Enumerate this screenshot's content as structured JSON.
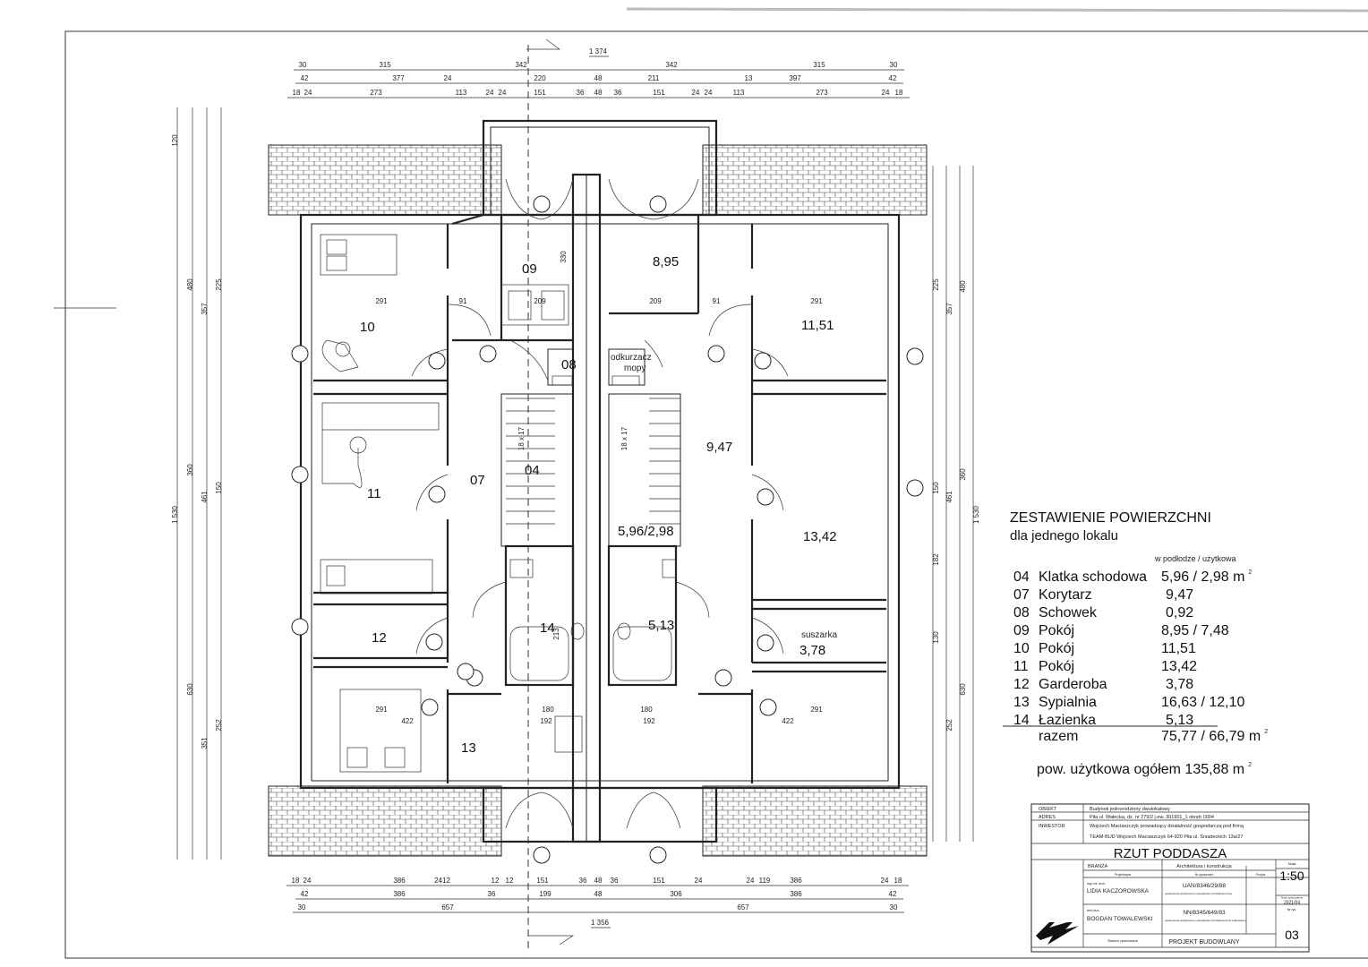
{
  "plan": {
    "rooms": {
      "r09": "09",
      "r10": "10",
      "r11": "11",
      "r12": "12",
      "r13": "13",
      "r14": "14",
      "r07": "07",
      "r04": "04",
      "r08": "08",
      "r895": "8,95",
      "r1151": "11,51",
      "r947": "9,47",
      "r1342": "13,42",
      "r596": "5,96/2,98",
      "r513": "5,13",
      "suszarka": "suszarka",
      "r378": "3,78",
      "odkurzacz": "odkurzacz",
      "mopy": "mopy",
      "stairL": "18 x 17",
      "stairR": "18 x 17"
    },
    "dims_top": [
      [
        "1 374"
      ],
      [
        "30",
        "315",
        "342",
        "342",
        "315",
        "30"
      ],
      [
        "42",
        "377",
        "24",
        "220",
        "48",
        "211",
        "13",
        "397",
        "42"
      ],
      [
        "18",
        "24",
        "273",
        "113",
        "24",
        "24",
        "151",
        "36",
        "48",
        "36",
        "151",
        "24",
        "24",
        "113",
        "273",
        "24",
        "18"
      ]
    ],
    "dims_bottom": [
      [
        "18",
        "24",
        "386",
        "2412",
        "12",
        "12",
        "151",
        "36",
        "48",
        "36",
        "151",
        "24",
        "24",
        "119",
        "386",
        "24",
        "18"
      ],
      [
        "42",
        "386",
        "36",
        "199",
        "48",
        "306",
        "386",
        "42"
      ],
      [
        "30",
        "657",
        "657",
        "30"
      ],
      [
        "1 356"
      ]
    ],
    "dims_left": [
      "1 530",
      "480",
      "360",
      "630",
      "120",
      "357",
      "461",
      "351",
      "225",
      "150",
      "252"
    ],
    "dims_right": [
      "1 530",
      "480",
      "360",
      "630",
      "357",
      "461",
      "252",
      "225",
      "150",
      "182",
      "130"
    ],
    "dims_inner": [
      "291",
      "291",
      "291",
      "291",
      "209",
      "209",
      "91",
      "91",
      "180",
      "180",
      "192",
      "192",
      "422",
      "422",
      "330",
      "213"
    ]
  },
  "summary": {
    "title": "ZESTAWIENIE POWIERZCHNI",
    "subtitle": "dla jednego lokalu",
    "col_header": "w podłodze /   użytkowa",
    "rows": [
      {
        "no": "04",
        "name": "Klatka schodowa",
        "value": "5,96 / 2,98 m",
        "sup": "2"
      },
      {
        "no": "07",
        "name": "Korytarz",
        "value": "9,47",
        "sup": ""
      },
      {
        "no": "08",
        "name": "Schowek",
        "value": "0,92",
        "sup": ""
      },
      {
        "no": "09",
        "name": "Pokój",
        "value": "8,95 / 7,48",
        "sup": ""
      },
      {
        "no": "10",
        "name": "Pokój",
        "value": "11,51",
        "sup": ""
      },
      {
        "no": "11",
        "name": "Pokój",
        "value": "13,42",
        "sup": ""
      },
      {
        "no": "12",
        "name": "Garderoba",
        "value": "3,78",
        "sup": ""
      },
      {
        "no": "13",
        "name": "Sypialnia",
        "value": "16,63 / 12,10",
        "sup": ""
      },
      {
        "no": "14",
        "name": "Łazienka",
        "value": "5,13",
        "sup": ""
      }
    ],
    "total_label": "razem",
    "total_value": "75,77 / 66,79 m",
    "total_sup": "2",
    "overall": "pow. użytkowa ogółem 135,88 m",
    "overall_sup": "2"
  },
  "title_block": {
    "obiekt_label": "OBIEKT",
    "obiekt": "Budynek jednorodzinny dwulokalowy",
    "adres_label": "ADRES",
    "adres": "Piła ul. Wałecka, dz. nr 279/2 j.ew. 301901_1 obręb 0004",
    "inwestor_label": "INWESTOR",
    "inwestor1": "Wojciech Maciaszczyk prowadzący działalność gospodarczą pod firmą",
    "inwestor2": "TEAM-BUD Wojciech Maciaszczyk 64-920 Piła ul. Śniadeckich 13a/27",
    "drawing_title": "RZUT PODDASZA",
    "branza_label": "BRANŻA",
    "branza": "Architektura i konstrukcja",
    "skala_label": "Skala",
    "skala": "1:50",
    "projektowal": "Projektował",
    "nr_upr": "Nr uprawnień",
    "podpis": "Podpis",
    "person1_title": "mgr inż. arch.",
    "person1": "LIDIA KACZOROWSKA",
    "person1_nr": "UAN/8346/29/88",
    "person1_desc": "uprawnienia projektowe w specjalności architektonicznej",
    "data_label": "Data opracowania",
    "data": "2021/04",
    "person2_title": "tech.bud.",
    "person2": "BOGDAN TOWALEWSKI",
    "person2_nr": "NN/8345/649/83",
    "person2_desc": "uprawnienia projektowe w specjalności architektoniczno-budowlanej",
    "nr_rys_label": "Nr rys.",
    "nr_rys": "03",
    "stadium_label": "Stadium opracowania",
    "stadium": "PROJEKT BUDOWLANY"
  }
}
